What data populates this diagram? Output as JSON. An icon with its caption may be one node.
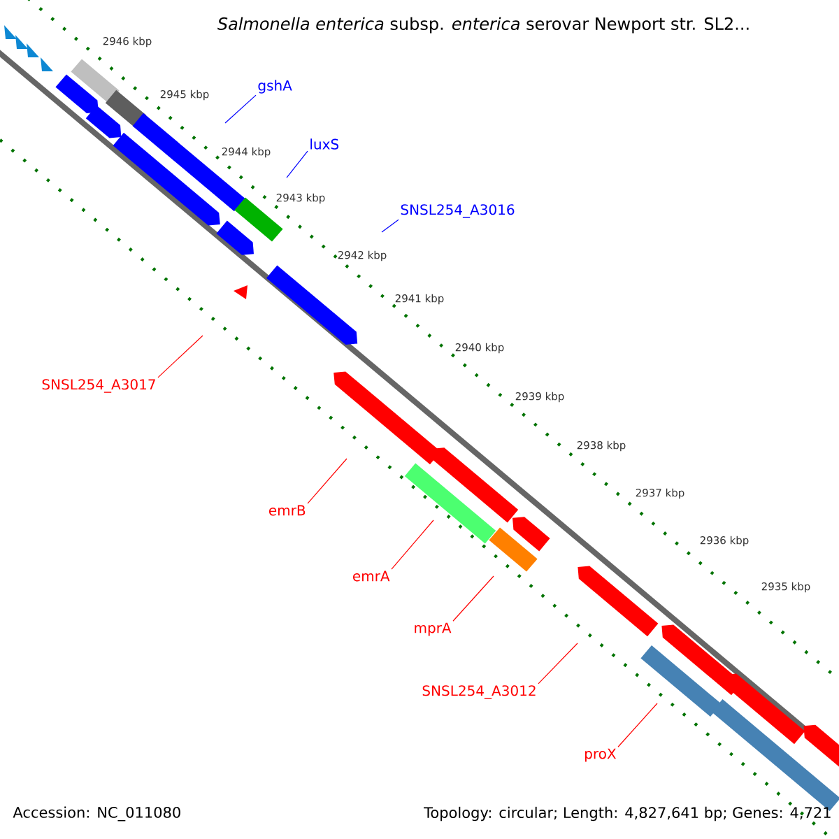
{
  "diagram": {
    "title": "*Salmonella enterica* subsp. *enterica* serovar Newport str. SL2...",
    "nodes": [
      {
        "text": [
          "gshA"
        ]
      },
      {
        "text": [
          "luxS"
        ]
      },
      {
        "text": [
          "SNSL254_A3016"
        ]
      },
      {
        "text": [
          "SNSL254_A3017"
        ]
      },
      {
        "text": [
          "emrB"
        ]
      },
      {
        "text": [
          "emrA"
        ]
      },
      {
        "text": [
          "mprA"
        ]
      },
      {
        "text": [
          "SNSL254_A3012"
        ]
      },
      {
        "text": [
          "proX"
        ]
      }
    ],
    "edges": [
      {
        "from": 0,
        "to": null,
        "arrow": "none",
        "color": "#0000ff"
      },
      {
        "from": 1,
        "to": null,
        "arrow": "none",
        "color": "#0000ff"
      },
      {
        "from": 2,
        "to": null,
        "arrow": "none",
        "color": "#0000ff"
      },
      {
        "from": 3,
        "to": null,
        "arrow": "none"
      },
      {
        "from": 4,
        "to": null,
        "arrow": "none"
      },
      {
        "from": 5,
        "to": null,
        "arrow": "none"
      },
      {
        "from": 6,
        "to": null,
        "arrow": "none"
      },
      {
        "from": 7,
        "to": null,
        "arrow": "none"
      },
      {
        "from": 8,
        "to": null,
        "arrow": "none"
      }
    ],
    "labels": [
      "2946 kbp",
      "2945 kbp",
      "2944 kbp",
      "2943 kbp",
      "2942 kbp",
      "2941 kbp",
      "2940 kbp",
      "2939 kbp",
      "2938 kbp",
      "2937 kbp",
      "2936 kbp",
      "2935 kbp",
      "Accession: NC_011080",
      "Topology: circular; Length: 4,827,641 bp; Genes: 4,721"
    ]
  }
}
